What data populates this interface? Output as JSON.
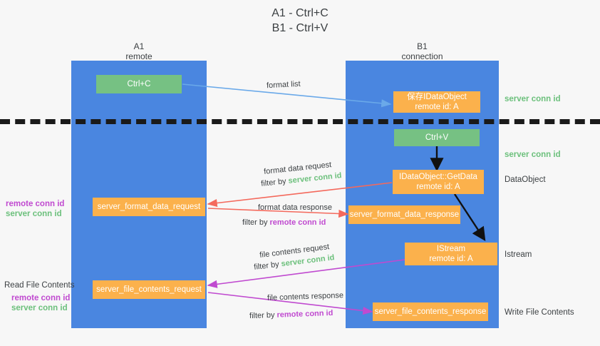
{
  "title": {
    "line1": "A1 - Ctrl+C",
    "line2": "B1 - Ctrl+V"
  },
  "columns": [
    {
      "name": "A1",
      "role": "remote"
    },
    {
      "name": "B1",
      "role": "connection"
    }
  ],
  "nodes": {
    "ctrl_c": "Ctrl+C",
    "ctrl_v": "Ctrl+V",
    "save_idataobject_l1": "保存IDataObject",
    "save_idataobject_l2": "remote id: A",
    "getdata_l1": "IDataObject::GetData",
    "getdata_l2": "remote id: A",
    "istream_l1": "IStream",
    "istream_l2": "remote id: A",
    "server_format_data_request": "server_format_data_request",
    "server_format_data_response": "server_format_data_response",
    "server_file_contents_request": "server_file_contents_request",
    "server_file_contents_response": "server_file_contents_response"
  },
  "right_labels": {
    "server_conn_id_top": "server conn id",
    "server_conn_id_mid": "server conn id",
    "dataobject": "DataObject",
    "istream": "Istream",
    "write_file_contents": "Write File Contents"
  },
  "left_labels": {
    "remote_conn_id_1": "remote conn id",
    "server_conn_id_1": "server conn id",
    "read_file_contents": "Read File Contents",
    "remote_conn_id_2": "remote conn id",
    "server_conn_id_2": "server conn id"
  },
  "edges": {
    "format_list": "format list",
    "format_data_request": "format data request",
    "format_data_request_filter_prefix": "filter by ",
    "format_data_request_filter_value": "server conn id",
    "format_data_response": "format data response",
    "format_data_response_filter_prefix": "filter by ",
    "format_data_response_filter_value": "remote conn id",
    "file_contents_request": "file contents request",
    "file_contents_request_filter_prefix": "filter by ",
    "file_contents_request_filter_value": "server conn id",
    "file_contents_response": "file contents response",
    "file_contents_response_filter_prefix": "filter by ",
    "file_contents_response_filter_value": "remote conn id"
  },
  "colors": {
    "lane": "#4a86e0",
    "green_node": "#76c183",
    "orange_node": "#fbb14c",
    "green_text": "#6cc07c",
    "magenta_text": "#c04ad0",
    "red_arrow": "#f4695c",
    "blue_arrow": "#6aa9e9",
    "black_arrow": "#111111",
    "magenta_arrow": "#c04ad0",
    "background": "#f7f7f7"
  }
}
